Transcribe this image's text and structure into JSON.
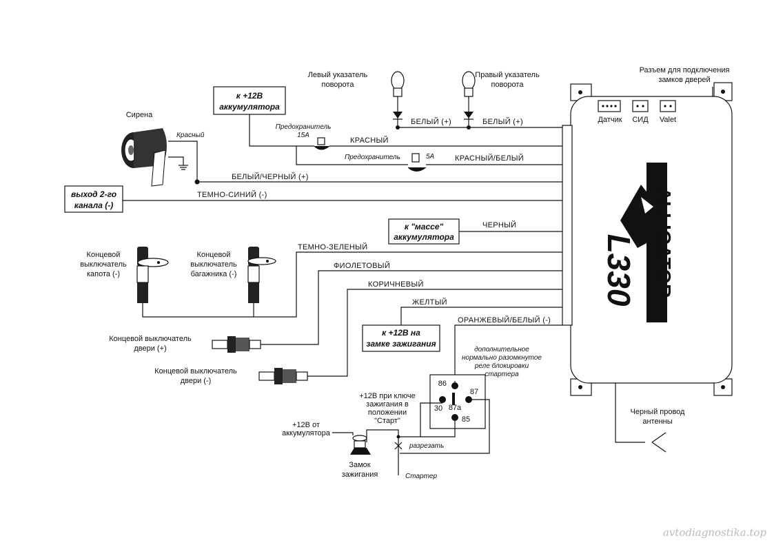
{
  "labels": {
    "siren": "Сирена",
    "siren_wire": "Красный",
    "left_turn": [
      "Левый указатель",
      "поворота"
    ],
    "right_turn": [
      "Правый указатель",
      "поворота"
    ],
    "door_locks": [
      "Разъем для подключения",
      "замков дверей"
    ],
    "plus12_batt": [
      "к +12В",
      "аккумулятора"
    ],
    "fuse15": [
      "Предохранитель",
      "15А"
    ],
    "fuse5": "Предохранитель",
    "fuse5_value": "5А",
    "ch2_out": [
      "выход 2-го",
      "канала (-)"
    ],
    "ground_box": [
      "к  \"массе\"",
      "аккумулятора"
    ],
    "hood_switch": [
      "Концевой",
      "выключатель",
      "капота (-)"
    ],
    "trunk_switch": [
      "Концевой",
      "выключатель",
      "багажника (-)"
    ],
    "door_plus": [
      "Концевой выключатель",
      "двери (+)"
    ],
    "door_minus": [
      "Концевой выключатель",
      "двери (-)"
    ],
    "ignition_box": [
      "к +12В на",
      "замке зажигания"
    ],
    "relay_note": [
      "дополнительное",
      "нормально разомкнутое",
      "реле блокировки",
      "стартера"
    ],
    "start_note": [
      "+12В при ключе",
      "зажигания в",
      "положении",
      "\"Старт\""
    ],
    "batt_note": [
      "+12В от",
      "аккумулятора"
    ],
    "ign_lock": [
      "Замок",
      "зажигания"
    ],
    "cut": "разрезать",
    "starter": "Стартер",
    "antenna": [
      "Черный провод",
      "антенны"
    ],
    "relay_pins": [
      "86",
      "30",
      "87a",
      "87",
      "85"
    ]
  },
  "connectors": [
    "Датчик",
    "СИД",
    "Valet"
  ],
  "wires": {
    "white1": "БЕЛЫЙ (+)",
    "white2": "БЕЛЫЙ (+)",
    "red": "КРАСНЫЙ",
    "red_white": "КРАСНЫЙ/БЕЛЫЙ",
    "white_black": "БЕЛЫЙ/ЧЕРНЫЙ (+)",
    "dark_blue": "ТЕМНО-СИНИЙ (-)",
    "black": "ЧЕРНЫЙ",
    "dark_green": "ТЕМНО-ЗЕЛЕНЫЙ",
    "violet": "ФИОЛЕТОВЫЙ",
    "brown": "КОРИЧНЕВЫЙ",
    "yellow": "ЖЕЛТЫЙ",
    "orange_white": "ОРАНЖЕВЫЙ/БЕЛЫЙ (-)"
  },
  "brand": {
    "logo": "ALLIGATOR",
    "model": "L330"
  },
  "watermark": "avtodiagnostika.top"
}
